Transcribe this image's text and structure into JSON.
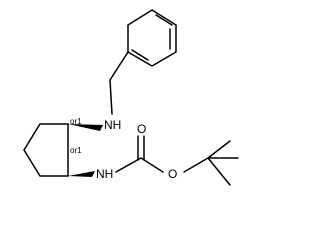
{
  "molecule": {
    "atoms": {
      "nh_top": "NH",
      "nh_bottom": "NH",
      "carbonyl_o": "O",
      "ester_o": "O"
    },
    "stereo": {
      "top": "or1",
      "bottom": "or1"
    }
  }
}
